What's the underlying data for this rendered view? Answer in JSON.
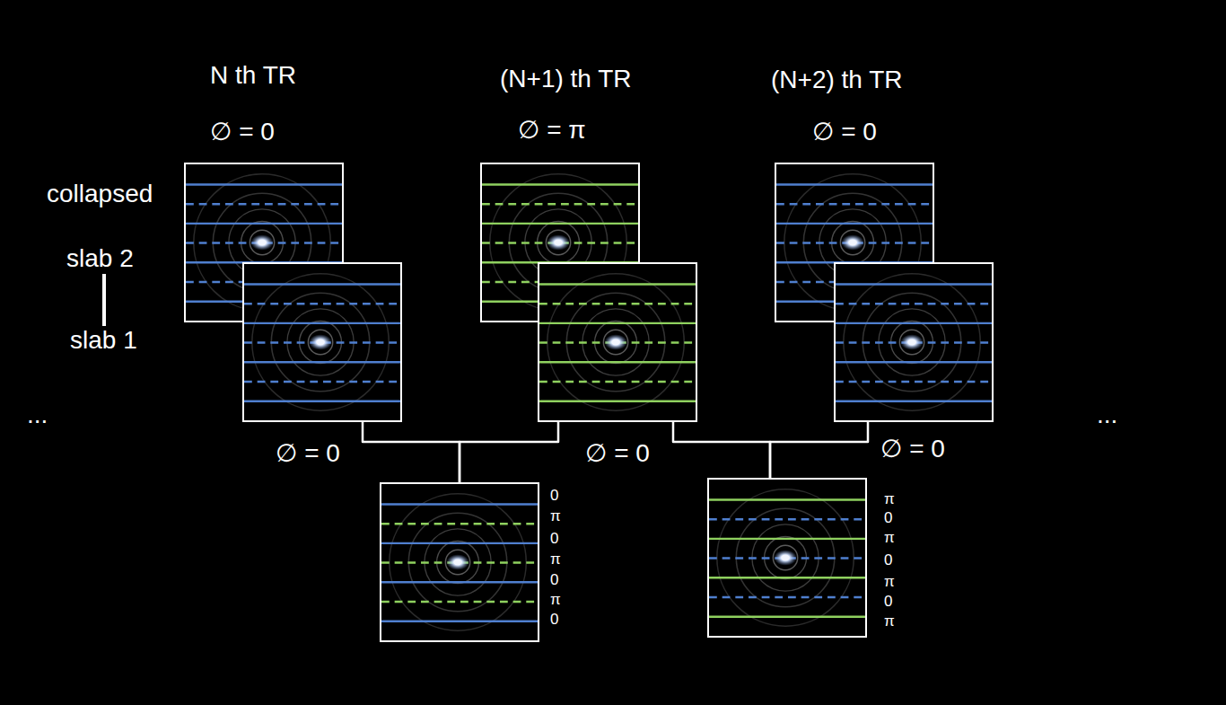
{
  "diagram": {
    "nodes": [
      {
        "text": [
          "N th TR",
          "∅ = 0"
        ]
      },
      {
        "text": [
          "∅ = 0"
        ]
      },
      {
        "text": [
          "(N+1) th TR",
          "∅ = π"
        ]
      },
      {
        "text": [
          "∅ = 0"
        ]
      },
      {
        "text": [
          "(N+2) th TR",
          "∅ = 0"
        ]
      },
      {
        "text": [
          "∅ = 0"
        ]
      },
      {
        "text": [
          "0",
          "π",
          "0",
          "π",
          "0",
          "π",
          "0"
        ]
      },
      {
        "text": [
          "π",
          "0",
          "π",
          "0",
          "π",
          "0",
          "π"
        ]
      }
    ],
    "edges": [
      {
        "from": 1,
        "to": 6,
        "arrow": "none"
      },
      {
        "from": 3,
        "to": 6,
        "arrow": "none"
      },
      {
        "from": 3,
        "to": 7,
        "arrow": "none"
      },
      {
        "from": 5,
        "to": 7,
        "arrow": "none"
      }
    ],
    "labels": [
      "collapsed",
      "slab 2",
      "slab 1",
      "...",
      "..."
    ]
  }
}
